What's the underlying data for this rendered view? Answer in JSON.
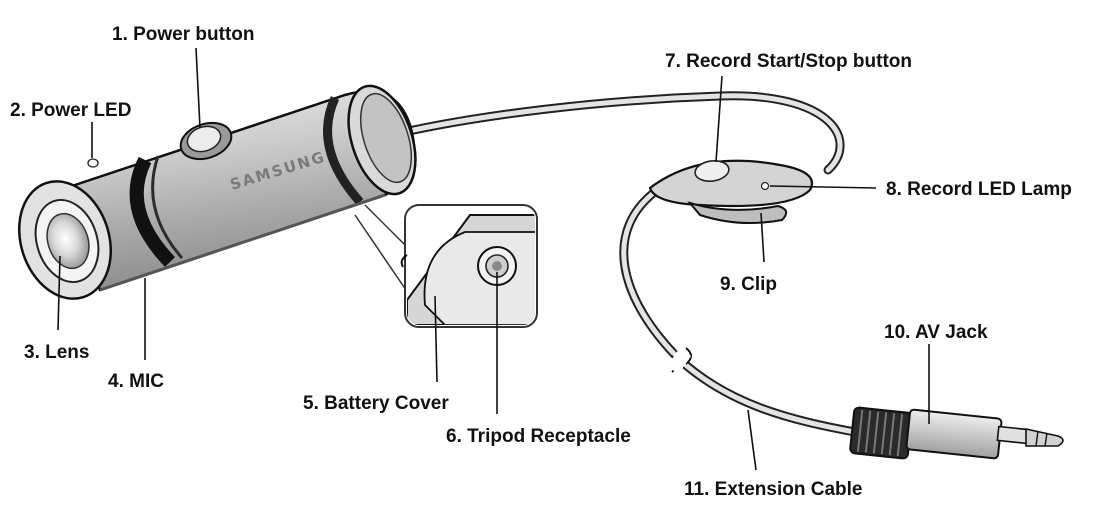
{
  "brand": "SAMSUNG",
  "labels": {
    "power_button": "1. Power button",
    "power_led": "2. Power LED",
    "lens": "3. Lens",
    "mic": "4. MIC",
    "battery_cover": "5. Battery Cover",
    "tripod_receptacle": "6. Tripod Receptacle",
    "record_button": "7. Record Start/Stop button",
    "record_led": "8. Record LED Lamp",
    "clip": "9. Clip",
    "av_jack": "10. AV Jack",
    "extension_cable": "11. Extension Cable"
  }
}
